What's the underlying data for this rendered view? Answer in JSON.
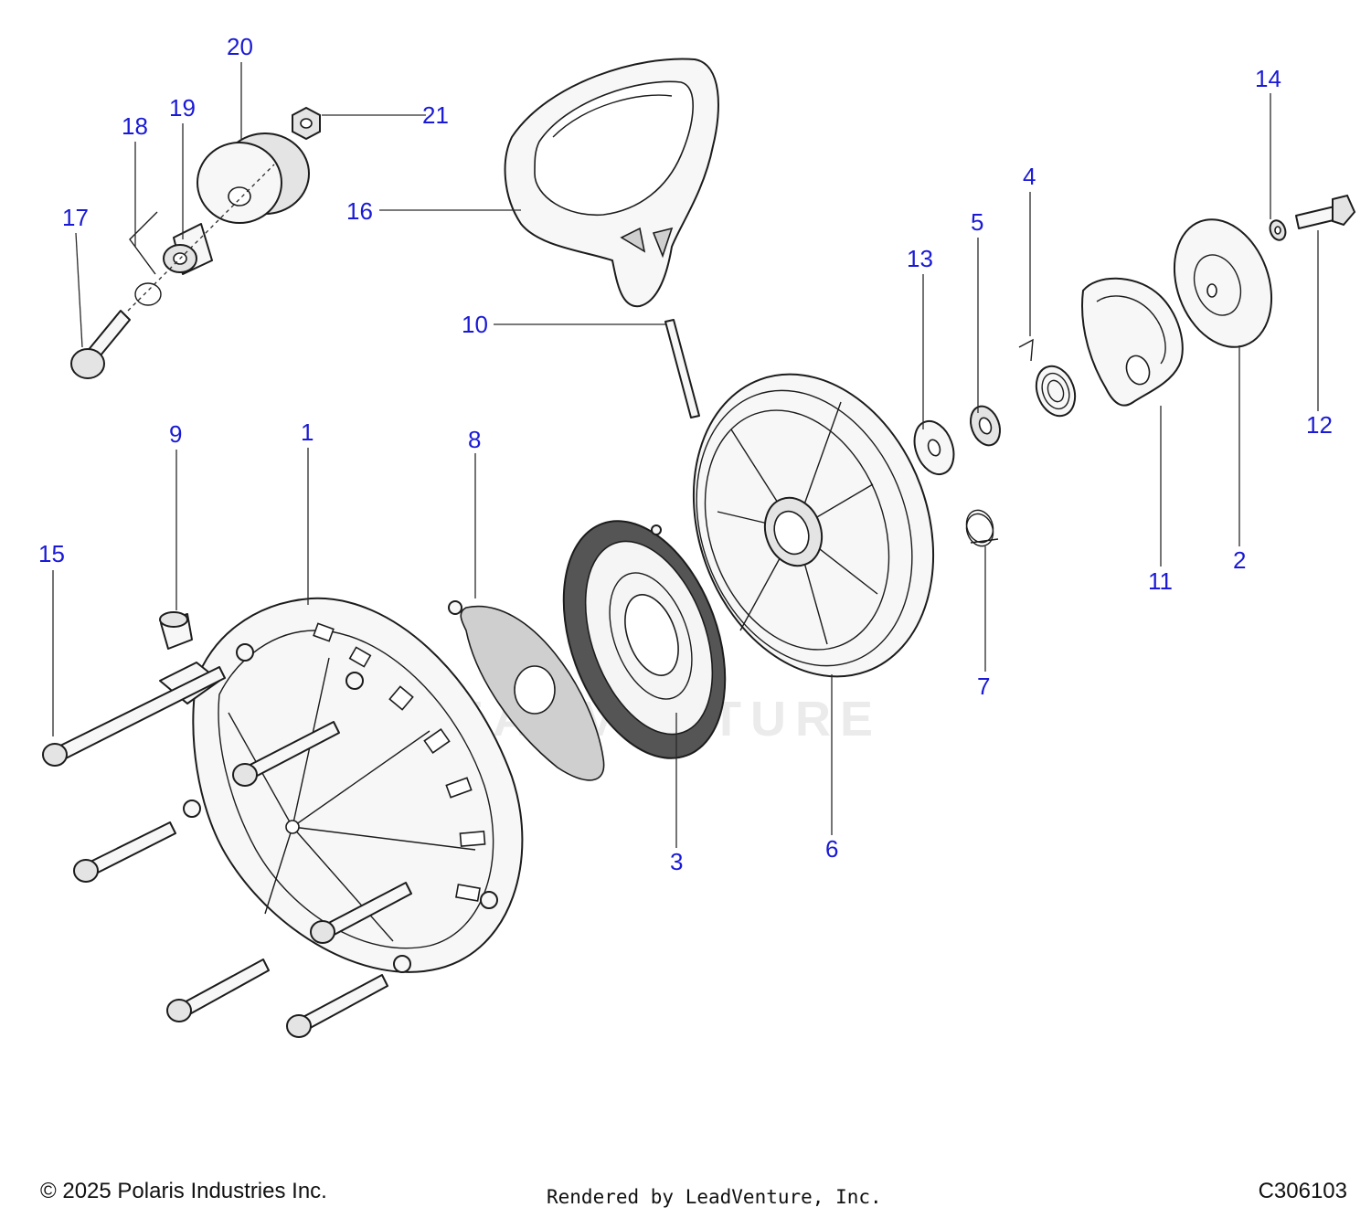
{
  "watermark": "LEADVENTURE",
  "footer": {
    "copyright": "© 2025 Polaris Industries Inc.",
    "rendered_by": "Rendered by LeadVenture, Inc.",
    "diagram_id": "C306103"
  },
  "callouts": [
    "1",
    "2",
    "3",
    "4",
    "5",
    "6",
    "7",
    "8",
    "9",
    "10",
    "11",
    "12",
    "13",
    "14",
    "15",
    "16",
    "17",
    "18",
    "19",
    "20",
    "21"
  ],
  "colors": {
    "callout": "#1a1ad6",
    "line": "#1c1c1c"
  }
}
